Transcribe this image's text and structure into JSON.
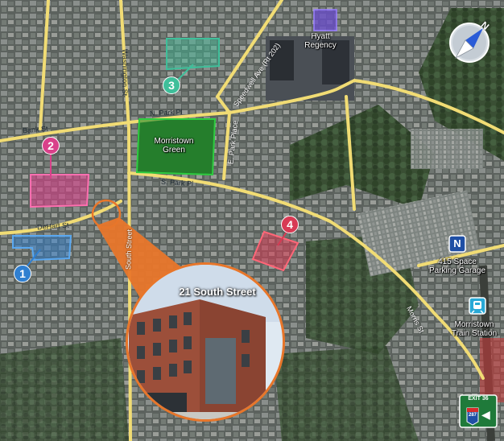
{
  "map": {
    "colors": {
      "road": "#f1dc74",
      "pin_1": "#2f7fd0",
      "pin_2": "#d9418a",
      "pin_3": "#3fbf9a",
      "pin_4": "#d83a54",
      "callout_ring": "#e8762a",
      "green_zone": "#1f8a2e",
      "hotel": "#6a4fc8"
    },
    "streets": {
      "washington": "Washington St",
      "bank": "Bank St",
      "n_park": "N. Park Pl",
      "s_park": "S. Park Pl",
      "dehart": "DeHart St",
      "south": "South Street",
      "e_park": "E. Park Place",
      "speedwell": "Speedwell Ave (Rt 202)",
      "morris": "Morris St"
    },
    "places": {
      "green_line1": "Morristown",
      "green_line2": "Green",
      "hyatt_line1": "Hyatt",
      "hyatt_line2": "Regency",
      "garage_line1": "415 Space",
      "garage_line2": "Parking Garage",
      "station_line1": "Morristown",
      "station_line2": "Train Station"
    },
    "markers": [
      "1",
      "2",
      "3",
      "4"
    ],
    "callout": {
      "title": "21 South Street"
    },
    "highway_sign": {
      "exit": "EXIT 36",
      "route": "287"
    },
    "compass": {
      "letter": "N"
    },
    "transit_icon": "N",
    "icons": {
      "compass": "compass-arrow-icon",
      "transit": "nj-transit-icon",
      "train": "train-icon",
      "arrow": "left-arrow-icon"
    }
  }
}
